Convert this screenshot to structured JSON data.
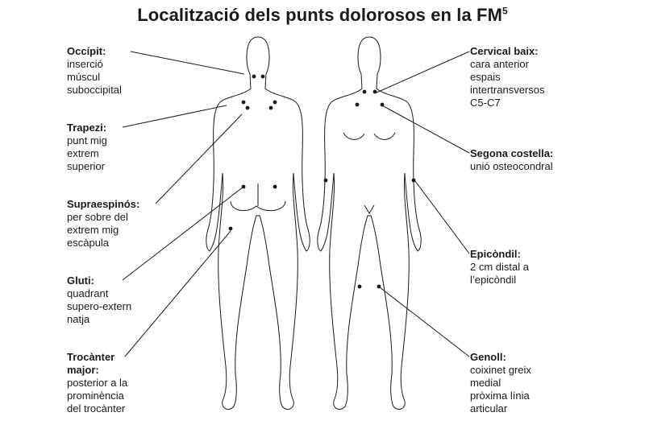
{
  "title": "Localització dels punts dolorosos en la FM",
  "title_superscript": "5",
  "labels": {
    "occipit": {
      "heading": "Occípit:",
      "desc": "inserció\nmúscul\nsuboccipital"
    },
    "trapezi": {
      "heading": "Trapezi:",
      "desc": "punt mig\nextrem\nsuperior"
    },
    "supraespinos": {
      "heading": "Supraespinós:",
      "desc": "per sobre del\nextrem mig\nescàpula"
    },
    "gluti": {
      "heading": "Gluti:",
      "desc": "quadrant\nsupero-extern\nnatja"
    },
    "trocanter": {
      "heading": "Trocànter\nmajor:",
      "desc": "posterior a la\nprominència\ndel trocànter"
    },
    "cervical": {
      "heading": "Cervical baix:",
      "desc": "cara anterior\nespais\nintertransversos\nC5-C7"
    },
    "costella": {
      "heading": "Segona costella:",
      "desc": "unió osteocondral"
    },
    "epicondil": {
      "heading": "Epicòndil:",
      "desc": "2 cm distal a\nl’epicòndil"
    },
    "genoll": {
      "heading": "Genoll:",
      "desc": "coixinet greix\nmedial\npròxima línia\narticular"
    }
  },
  "colors": {
    "ink": "#1a1a1a",
    "background": "#ffffff"
  }
}
